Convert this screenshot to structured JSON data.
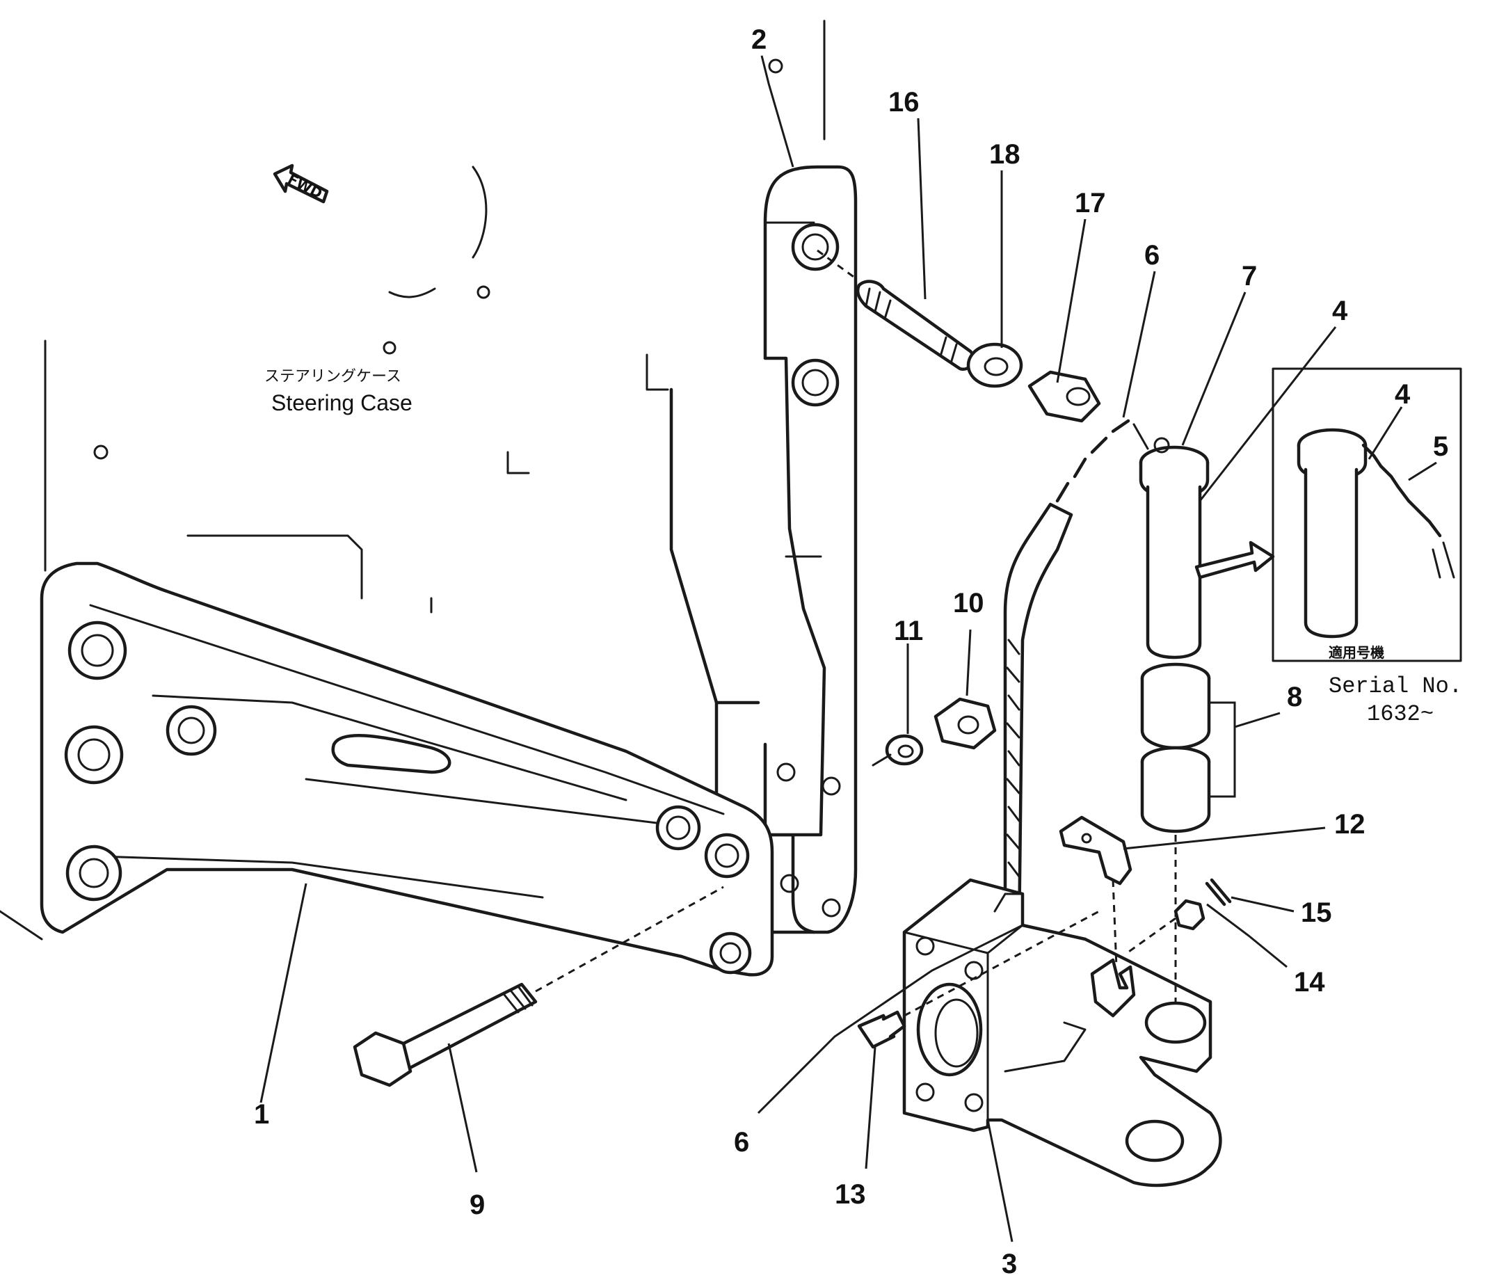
{
  "labels": {
    "steering_case_jp": "ステアリングケース",
    "steering_case_en": "Steering Case",
    "fwd": "FWD",
    "applicable_serial_jp": "適用号機",
    "serial_no": "Serial No.",
    "serial_range": "1632~"
  },
  "callouts": {
    "c1": "1",
    "c2": "2",
    "c3": "3",
    "c4a": "4",
    "c4b": "4",
    "c5": "5",
    "c6a": "6",
    "c6b": "6",
    "c7": "7",
    "c8": "8",
    "c9": "9",
    "c10": "10",
    "c11": "11",
    "c12": "12",
    "c13": "13",
    "c14": "14",
    "c15": "15",
    "c16": "16",
    "c17": "17",
    "c18": "18"
  }
}
